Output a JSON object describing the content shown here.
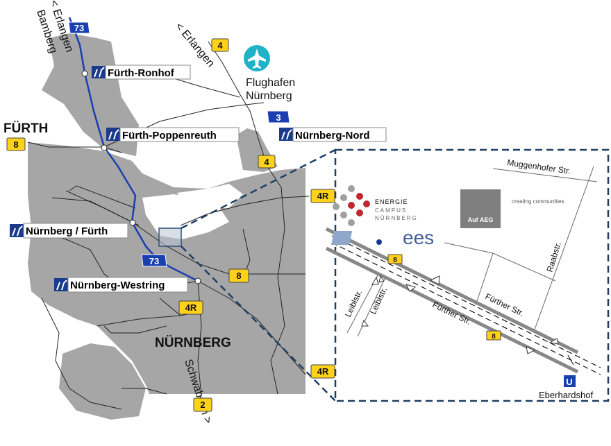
{
  "map": {
    "cities": {
      "fuerth": "FÜRTH",
      "nuernberg": "NÜRNBERG"
    },
    "directions": {
      "erlangen_bamberg_1": "< Erlangen",
      "erlangen_bamberg_2": "Bamberg",
      "erlangen": "< Erlangen",
      "schwabach": "Schwabach >"
    },
    "airport": {
      "line1": "Flughafen",
      "line2": "Nürnberg",
      "accent": "#1fb3c9"
    },
    "motorways": {
      "a73_top": "73",
      "a73_mid": "73",
      "a3": "3"
    },
    "routes": {
      "r4_top": "4",
      "r4_mid": "4",
      "r8_fuerth": "8",
      "r4r_top": "4R",
      "r8_mid": "8",
      "r4r_mid": "4R",
      "r4r_bot": "4R",
      "r2": "2"
    },
    "exits": {
      "ronhof": "Fürth-Ronhof",
      "poppenreuth": "Fürth-Poppenreuth",
      "nord": "Nürnberg-Nord",
      "fuerth": "Nürnberg / Fürth",
      "westring": "Nürnberg-Westring"
    },
    "colors": {
      "urban": "#a6a6a6",
      "motorway": "#1a3fb0",
      "route_badge": "#ffd21a",
      "inset_border": "#1f3f66"
    }
  },
  "inset": {
    "streets": {
      "muggenhofer": "Muggenhofer Str.",
      "raab": "Raabstr.",
      "fuerther_1": "Fürther Str.",
      "fuerther_2": "Fürther Str.",
      "leibl_1": "Leiblstr.",
      "leibl_2": "Leiblstr."
    },
    "route_8a": "8",
    "route_8b": "8",
    "energie": {
      "line1": "ENERGIE",
      "line2": "CAMPUS",
      "line3": "NÜRNBERG"
    },
    "ees": "ees",
    "auf_aeg": "Auf AEG",
    "creating": "creating communities",
    "subway": {
      "symbol": "U",
      "station": "Eberhardshof"
    }
  }
}
